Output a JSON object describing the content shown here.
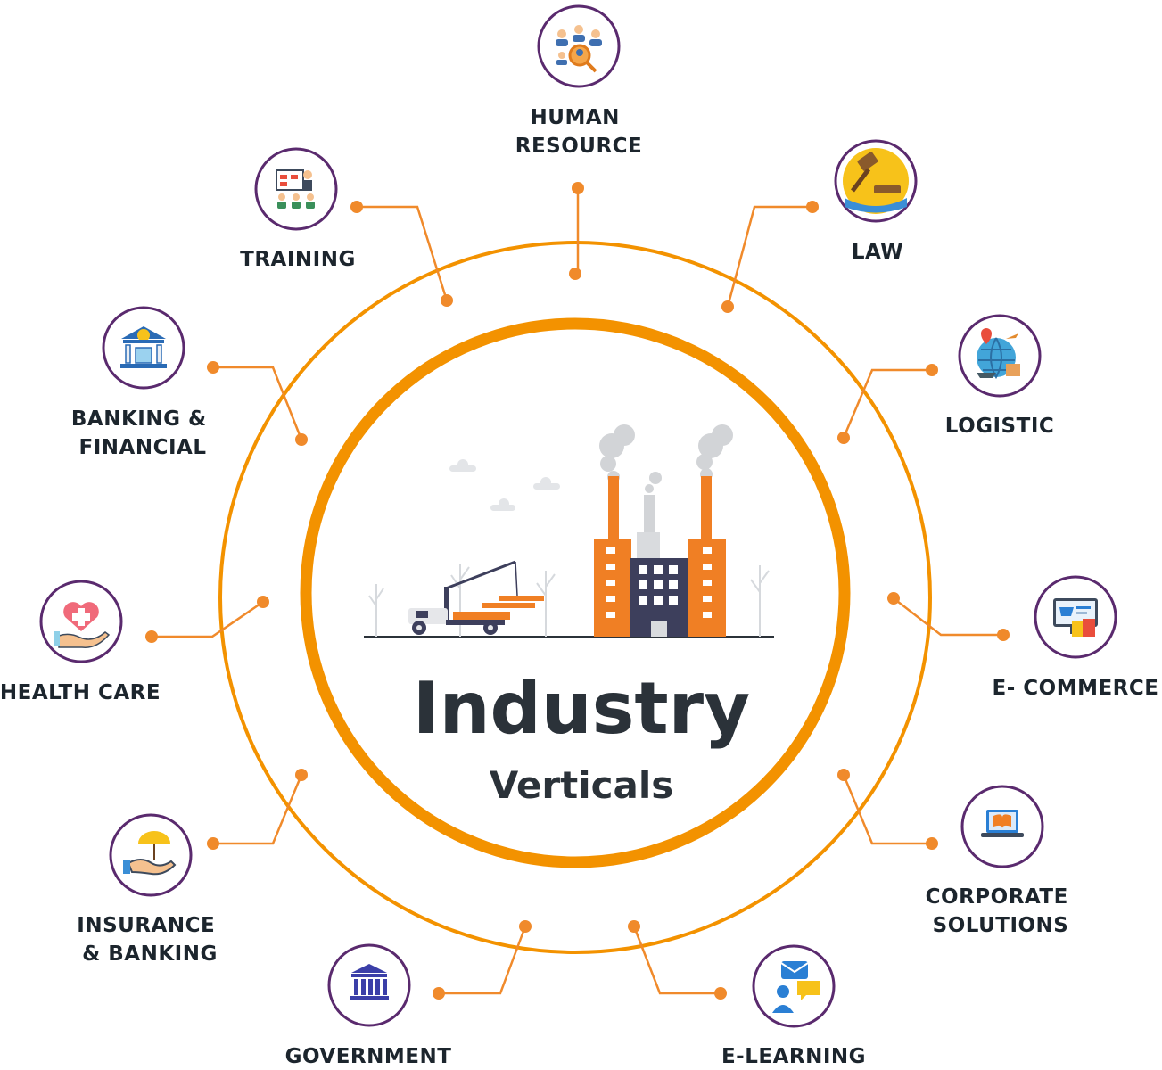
{
  "title": {
    "main": "Industry",
    "sub": "Verticals"
  },
  "colors": {
    "accent": "#f08a2b",
    "ring": "#f39200",
    "icon_ring": "#5a2a6e",
    "text": "#1c252d",
    "factory": "#f07f24",
    "building": "#3d3f5c"
  },
  "verticals": [
    {
      "id": "human-resource",
      "label_lines": [
        "HUMAN",
        "RESOURCE"
      ],
      "icon": "people-search-icon"
    },
    {
      "id": "law",
      "label_lines": [
        "LAW"
      ],
      "icon": "gavel-icon"
    },
    {
      "id": "logistic",
      "label_lines": [
        "LOGISTIC"
      ],
      "icon": "globe-logistics-icon"
    },
    {
      "id": "e-commerce",
      "label_lines": [
        "E- COMMERCE"
      ],
      "icon": "online-shop-icon"
    },
    {
      "id": "corporate-solutions",
      "label_lines": [
        "CORPORATE",
        "SOLUTIONS"
      ],
      "icon": "laptop-book-icon"
    },
    {
      "id": "e-learning",
      "label_lines": [
        "E-LEARNING"
      ],
      "icon": "chat-learning-icon"
    },
    {
      "id": "government",
      "label_lines": [
        "GOVERNMENT"
      ],
      "icon": "government-building-icon"
    },
    {
      "id": "insurance-banking",
      "label_lines": [
        "INSURANCE",
        "& BANKING"
      ],
      "icon": "umbrella-hand-icon"
    },
    {
      "id": "health-care",
      "label_lines": [
        "HEALTH CARE"
      ],
      "icon": "heart-hand-icon"
    },
    {
      "id": "banking-financial",
      "label_lines": [
        "BANKING &",
        "FINANCIAL"
      ],
      "icon": "bank-icon"
    },
    {
      "id": "training",
      "label_lines": [
        "TRAINING"
      ],
      "icon": "presentation-icon"
    }
  ]
}
